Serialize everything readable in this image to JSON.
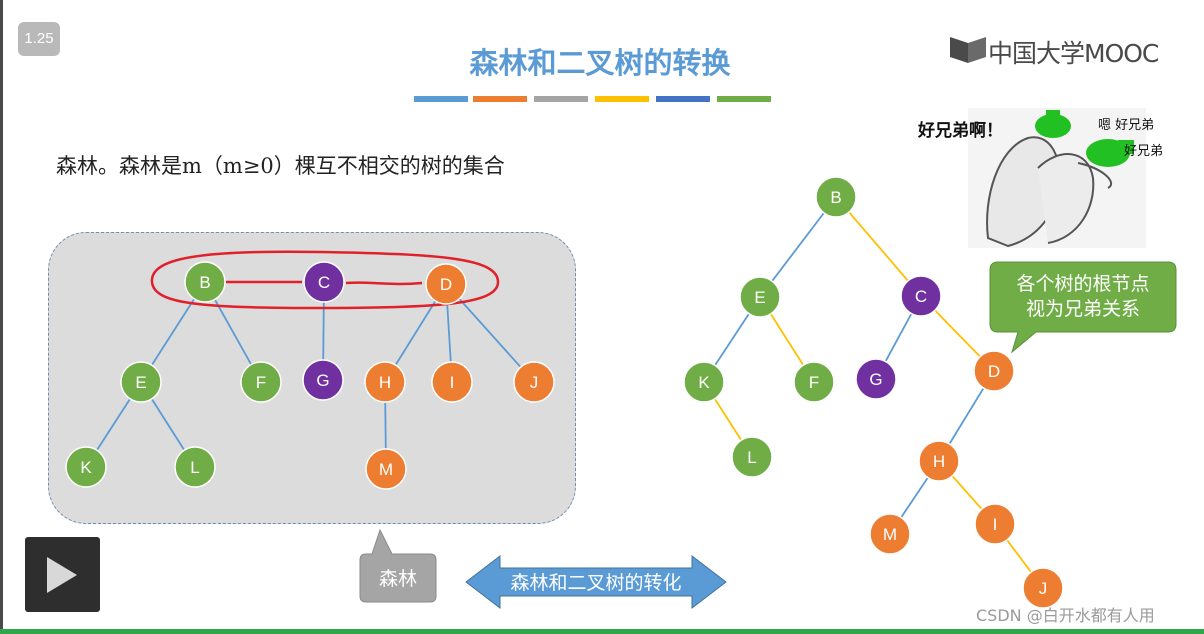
{
  "player": {
    "speed": "1.25"
  },
  "slide": {
    "title": "森林和二叉树的转换",
    "color_bars": [
      "#5b9bd5",
      "#ed7d31",
      "#a5a5a5",
      "#ffc000",
      "#4472c4",
      "#70ad47"
    ],
    "definition": "森林。森林是m（m≥0）棵互不相交的树的集合",
    "forest_label": "森林",
    "arrow_label": "森林和二叉树的转化",
    "callout": [
      "各个树的根节点",
      "视为兄弟关系"
    ],
    "meme": {
      "caption_main": "好兄弟啊！",
      "caption_reply1": "嗯 好兄弟",
      "caption_reply2": "好兄弟"
    }
  },
  "brand": {
    "logo_text": "中国大学MOOC"
  },
  "watermark": "CSDN @白开水都有人用",
  "colors": {
    "green": "#70ad47",
    "purple": "#7030a0",
    "orange": "#ed7d31",
    "blue": "#5b9bd5",
    "gold": "#ffc000"
  },
  "forest": {
    "nodes": [
      {
        "id": "B",
        "color": "green"
      },
      {
        "id": "C",
        "color": "purple"
      },
      {
        "id": "D",
        "color": "orange"
      },
      {
        "id": "E",
        "color": "green"
      },
      {
        "id": "F",
        "color": "green"
      },
      {
        "id": "G",
        "color": "purple"
      },
      {
        "id": "H",
        "color": "orange"
      },
      {
        "id": "I",
        "color": "orange"
      },
      {
        "id": "J",
        "color": "orange"
      },
      {
        "id": "K",
        "color": "green"
      },
      {
        "id": "L",
        "color": "green"
      },
      {
        "id": "M",
        "color": "orange"
      }
    ]
  },
  "binary_tree": {
    "nodes": [
      {
        "id": "B",
        "color": "green"
      },
      {
        "id": "E",
        "color": "green"
      },
      {
        "id": "C",
        "color": "purple"
      },
      {
        "id": "K",
        "color": "green"
      },
      {
        "id": "F",
        "color": "green"
      },
      {
        "id": "G",
        "color": "purple"
      },
      {
        "id": "D",
        "color": "orange"
      },
      {
        "id": "L",
        "color": "green"
      },
      {
        "id": "H",
        "color": "orange"
      },
      {
        "id": "M",
        "color": "orange"
      },
      {
        "id": "I",
        "color": "orange"
      },
      {
        "id": "J",
        "color": "orange"
      }
    ]
  }
}
